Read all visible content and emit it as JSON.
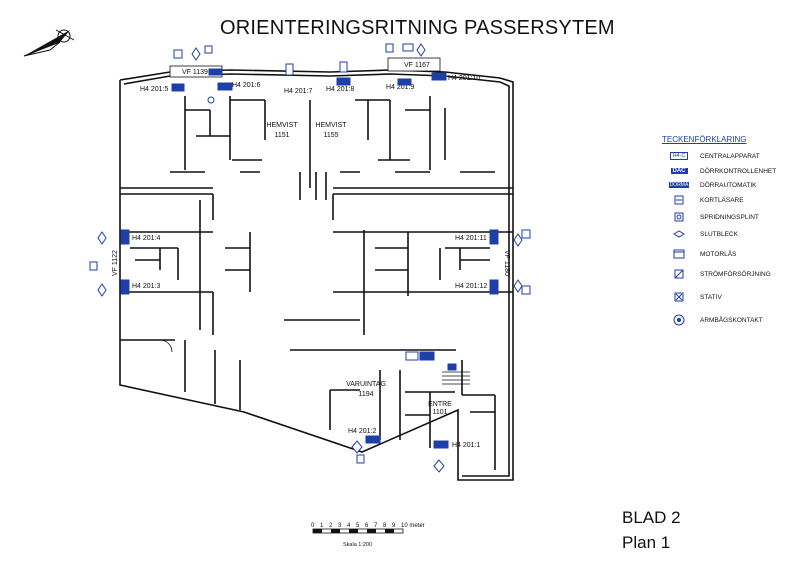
{
  "title": "ORIENTERINGSRITNING PASSERSYTEM",
  "north_arrow": "north-arrow-icon",
  "rooms": {
    "hemvist_1151": [
      "HEMVIST",
      "1151"
    ],
    "hemvist_1155": [
      "HEMVIST",
      "1155"
    ],
    "varuintag": [
      "VARUINTAG",
      "1194"
    ],
    "entre": [
      "ENTRE",
      "1101"
    ]
  },
  "vf_labels": {
    "vf_1139": "VF 1139",
    "vf_1167": "VF 1167",
    "vf_1122": "VF 1122",
    "vf_1180": "VF 1180"
  },
  "door_labels": {
    "d5": "H4 201:5",
    "d6": "H4 201:6",
    "d7": "H4 201:7",
    "d8": "H4 201:8",
    "d9": "H4 201:9",
    "d10": "H4 201:10",
    "d4": "H4 201:4",
    "d3": "H4 201:3",
    "d11": "H4 201:11",
    "d12": "H4 201:12",
    "d2": "H4 201:2",
    "d1": "H4 201:1"
  },
  "device_tags": {
    "dac": "DAC",
    "dorma": "DORMA",
    "h4c": "H4-C"
  },
  "legend": {
    "title": "TECKENFÖRKLARING",
    "items": [
      {
        "symbol": "h4c-box-icon",
        "tag": "H4-C",
        "label": "CENTRALAPPARAT"
      },
      {
        "symbol": "dac-box-icon",
        "tag": "DAC",
        "label": "DÖRRKONTROLLENHET"
      },
      {
        "symbol": "dorma-box-icon",
        "tag": "DORMA",
        "label": "DÖRRAUTOMATIK"
      },
      {
        "symbol": "card-reader-icon",
        "tag": "",
        "label": "KORTLÄSARE"
      },
      {
        "symbol": "splice-point-icon",
        "tag": "",
        "label": "SPRIDNINGSPLINT"
      },
      {
        "symbol": "strike-plate-icon",
        "tag": "",
        "label": "SLUTBLECK"
      },
      {
        "symbol": "motor-lock-icon",
        "tag": "",
        "label": "MOTORLÅS"
      },
      {
        "symbol": "power-supply-icon",
        "tag": "",
        "label": "STRÖMFÖRSÖRJNING"
      },
      {
        "symbol": "stand-icon",
        "tag": "",
        "label": "STATIV"
      },
      {
        "symbol": "elbow-switch-icon",
        "tag": "",
        "label": "ARMBÅGSKONTAKT"
      }
    ]
  },
  "scale_bar": {
    "ticks": [
      "0",
      "1",
      "2",
      "3",
      "4",
      "5",
      "6",
      "7",
      "8",
      "9",
      "10 meter"
    ],
    "caption": "Skala 1:200"
  },
  "sheet": {
    "blad": "BLAD 2",
    "plan": "Plan 1"
  },
  "colors": {
    "wall": "#111111",
    "symbol": "#1f3fa8",
    "background": "#ffffff"
  }
}
